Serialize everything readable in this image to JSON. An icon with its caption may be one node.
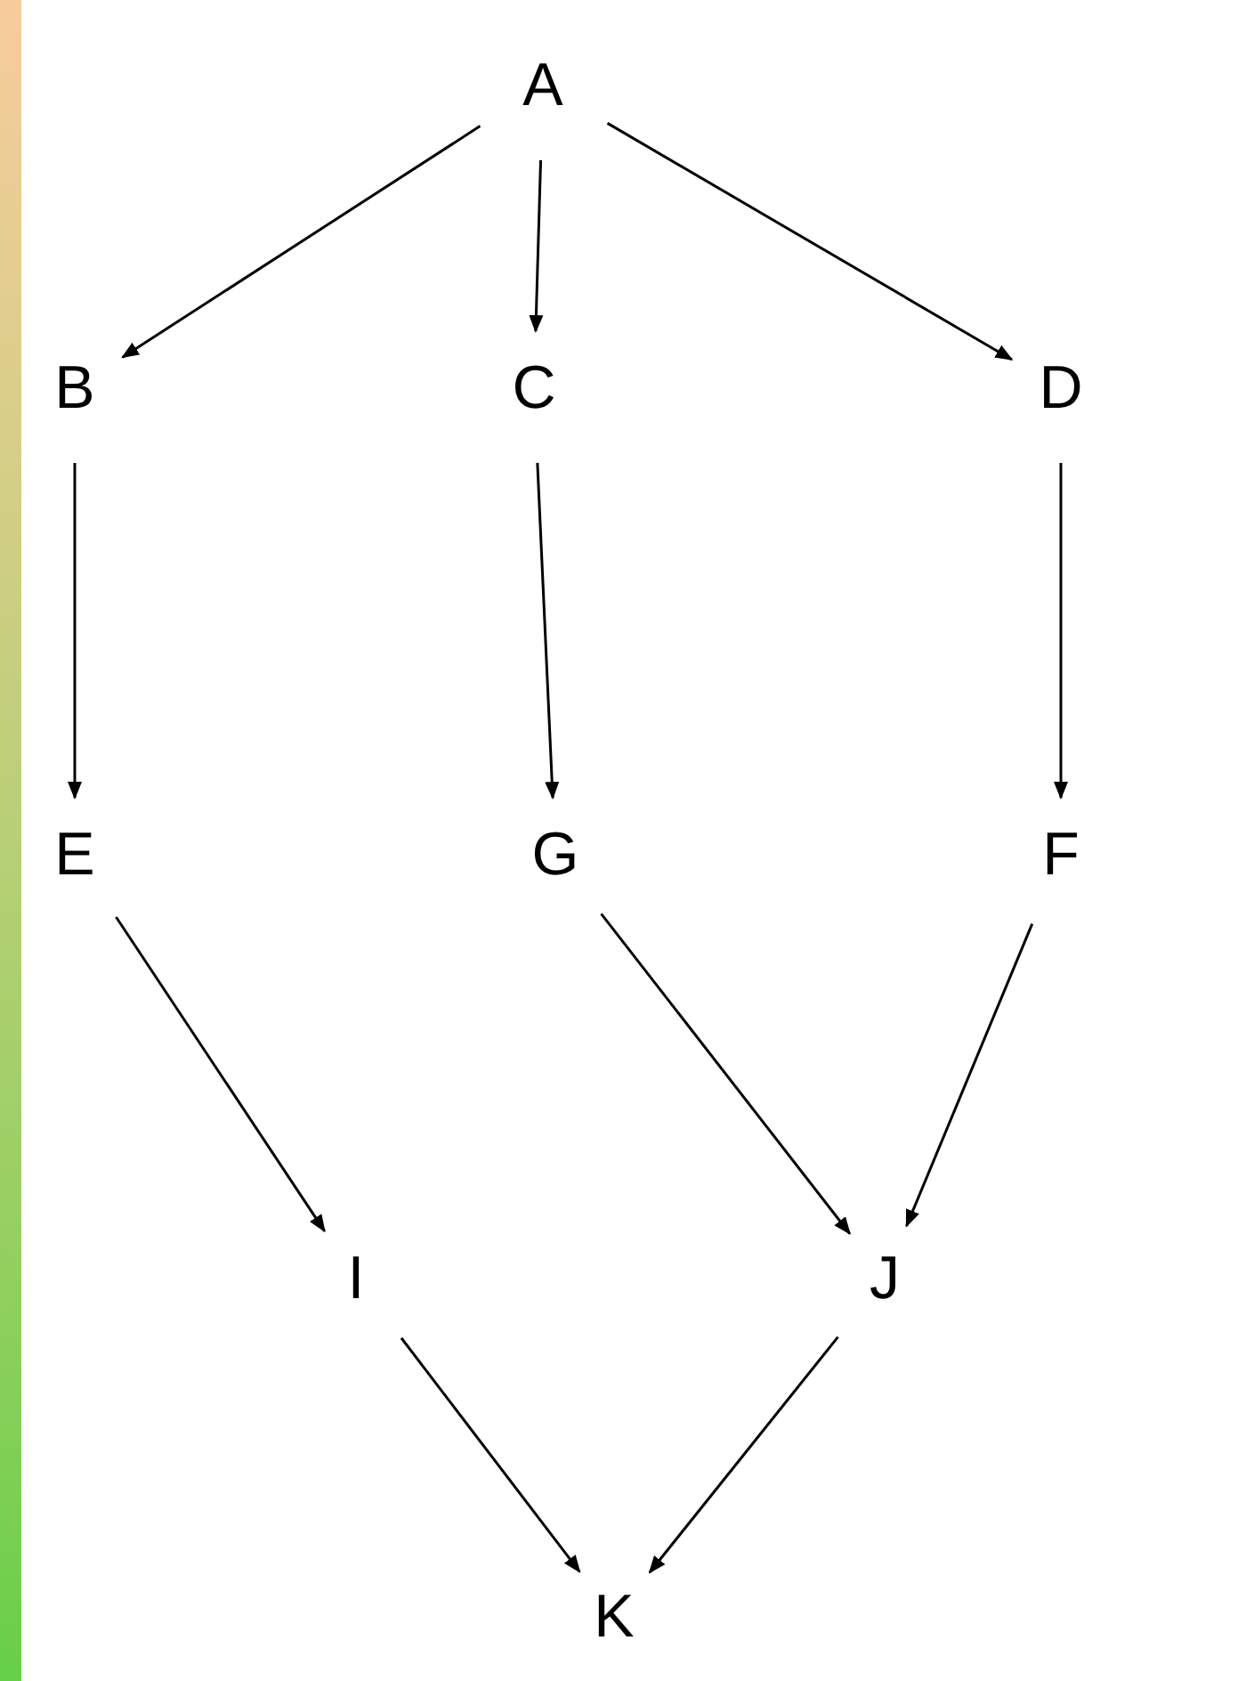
{
  "diagram": {
    "nodes": [
      {
        "text": [
          "A"
        ]
      },
      {
        "text": [
          "B"
        ]
      },
      {
        "text": [
          "C"
        ]
      },
      {
        "text": [
          "D"
        ]
      },
      {
        "text": [
          "E"
        ]
      },
      {
        "text": [
          "G"
        ]
      },
      {
        "text": [
          "F"
        ]
      },
      {
        "text": [
          "I"
        ]
      },
      {
        "text": [
          "J"
        ]
      },
      {
        "text": [
          "K"
        ]
      }
    ],
    "edges": [
      {
        "from": 0,
        "to": 1,
        "arrow": "to"
      },
      {
        "from": 0,
        "to": 2,
        "arrow": "to"
      },
      {
        "from": 0,
        "to": 3,
        "arrow": "to"
      },
      {
        "from": 1,
        "to": 4,
        "arrow": "to"
      },
      {
        "from": 2,
        "to": 5,
        "arrow": "to"
      },
      {
        "from": 3,
        "to": 6,
        "arrow": "to"
      },
      {
        "from": 4,
        "to": 7,
        "arrow": "to"
      },
      {
        "from": 5,
        "to": 8,
        "arrow": "to"
      },
      {
        "from": 6,
        "to": 8,
        "arrow": "to"
      },
      {
        "from": 7,
        "to": 9,
        "arrow": "to"
      },
      {
        "from": 8,
        "to": 9,
        "arrow": "to"
      }
    ]
  }
}
